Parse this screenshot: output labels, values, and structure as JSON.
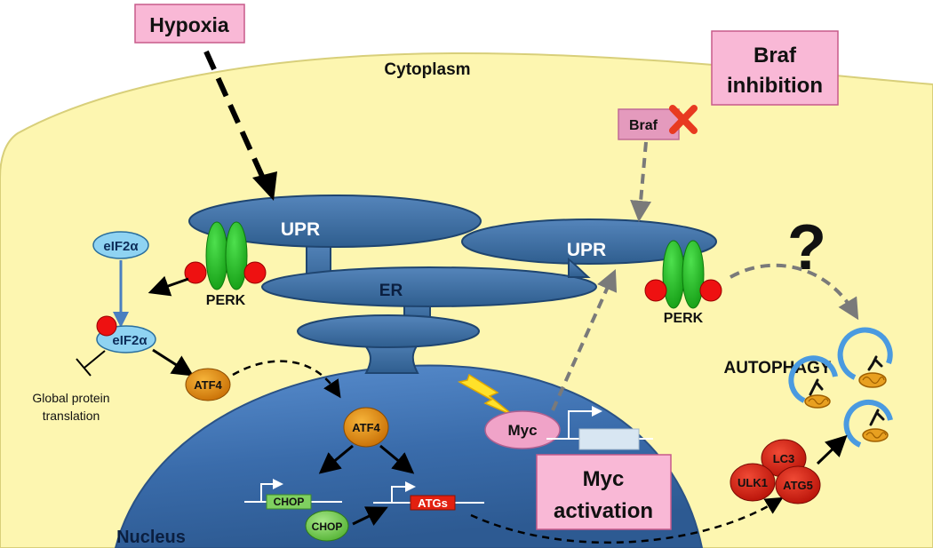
{
  "labels": {
    "hypoxia": "Hypoxia",
    "cytoplasm": "Cytoplasm",
    "braf_inhibition_line1": "Braf",
    "braf_inhibition_line2": "inhibition",
    "braf": "Braf",
    "upr_left": "UPR",
    "upr_right": "UPR",
    "er": "ER",
    "perk_left": "PERK",
    "perk_right": "PERK",
    "eif2a_top": "eIF2α",
    "eif2a_bottom": "eIF2α",
    "global_translation_line1": "Global protein",
    "global_translation_line2": "translation",
    "atf4_cytoplasm": "ATF4",
    "atf4_nucleus": "ATF4",
    "chop_gene": "CHOP",
    "chop_protein": "CHOP",
    "atgs_gene": "ATGs",
    "myc": "Myc",
    "myc_activation_line1": "Myc",
    "myc_activation_line2": "activation",
    "nucleus": "Nucleus",
    "autophagy": "AUTOPHAGY",
    "question": "?",
    "lc3": "LC3",
    "ulk1": "ULK1",
    "atg5": "ATG5"
  },
  "colors": {
    "cytoplasm_fill": "#fdf6b0",
    "cytoplasm_stroke": "#d8cf7a",
    "nucleus_fill": "#3d72b3",
    "er_fill": "#34679c",
    "er_stroke": "#1f4570",
    "pink_box": "#f9b8d6",
    "pink_box_stroke": "#c75a8a",
    "perk_green": "#22bb22",
    "phospho_red": "#ee1111",
    "eif2a_fill": "#8fd3f2",
    "atf4_fill": "#e58a0a",
    "chop_green": "#7fd060",
    "atgs_red": "#e32010",
    "autophagy_red": "#d91a10"
  }
}
